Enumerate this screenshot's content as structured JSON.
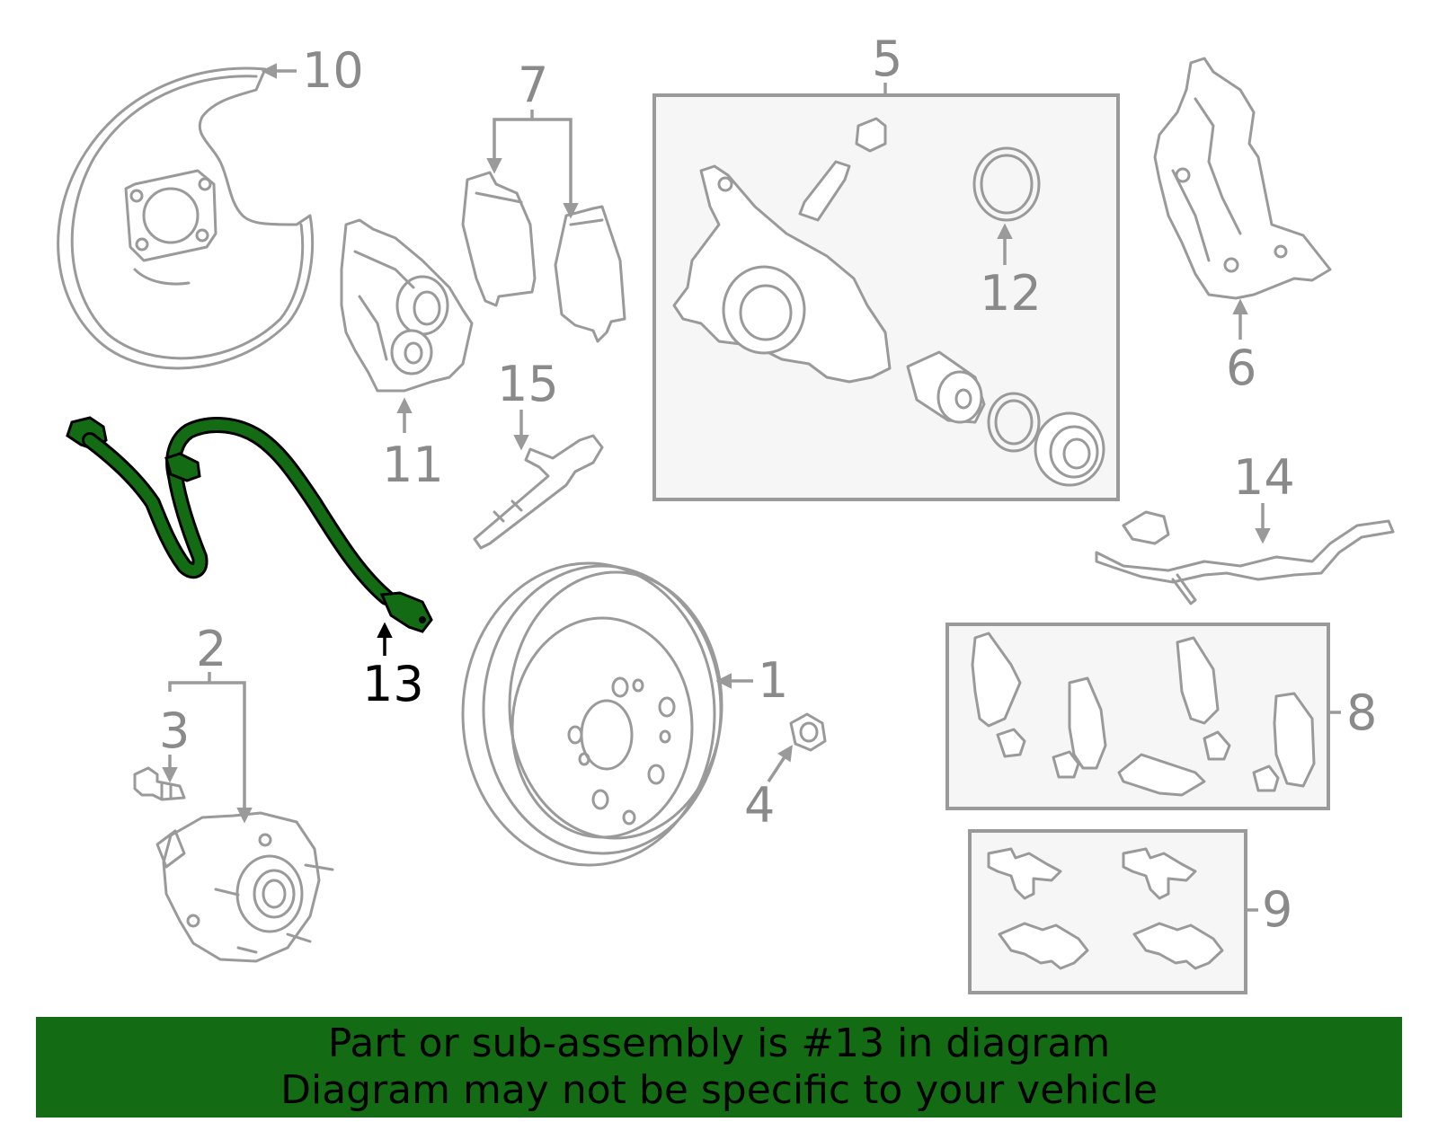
{
  "colors": {
    "highlight": "#136c13",
    "line": "#9a9a9a",
    "label": "#8a8a8a",
    "box_fill": "#f6f6f6"
  },
  "callouts": {
    "n1": "1",
    "n2": "2",
    "n3": "3",
    "n4": "4",
    "n5": "5",
    "n6": "6",
    "n7": "7",
    "n8": "8",
    "n9": "9",
    "n10": "10",
    "n11": "11",
    "n12": "12",
    "n13": "13",
    "n14": "14",
    "n15": "15"
  },
  "highlighted_part": "13",
  "banner": {
    "line1": "Part or sub-assembly is #13 in diagram",
    "line2": "Diagram may not be specific to your vehicle"
  }
}
